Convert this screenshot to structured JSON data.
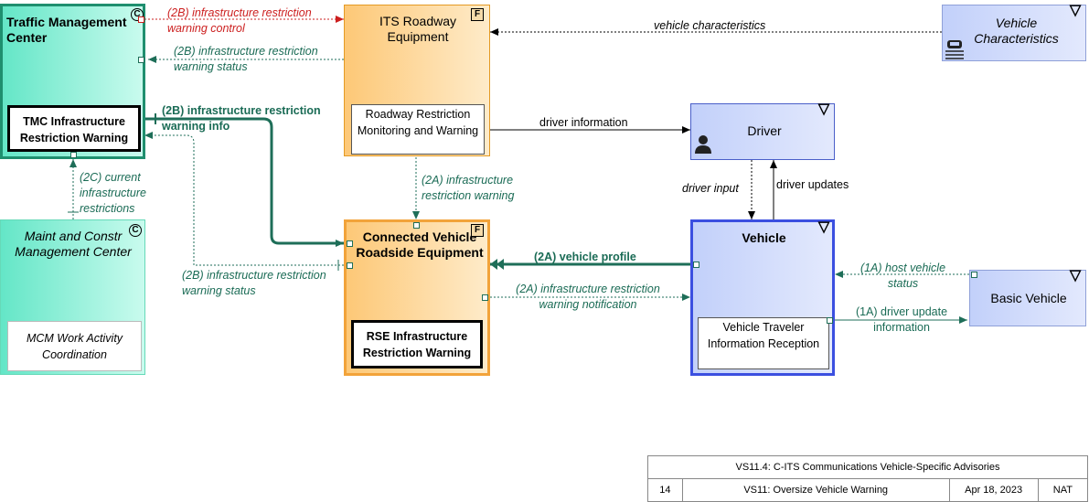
{
  "nodes": {
    "tmc": {
      "title": "Traffic Management Center",
      "badge": "C",
      "inner": "TMC Infrastructure Restriction Warning"
    },
    "its": {
      "title": "ITS Roadway Equipment",
      "badge": "F",
      "inner": "Roadway Restriction Monitoring and Warning"
    },
    "vc": {
      "title": "Vehicle Characteristics",
      "badge": "▽"
    },
    "driver": {
      "title": "Driver",
      "badge": "▽"
    },
    "cv": {
      "title": "Connected Vehicle Roadside Equipment",
      "badge": "F",
      "inner": "RSE Infrastructure Restriction Warning"
    },
    "vehicle": {
      "title": "Vehicle",
      "badge": "▽",
      "inner": "Vehicle Traveler Information Reception"
    },
    "mcm": {
      "title": "Maint and Constr Management Center",
      "badge": "C",
      "inner": "MCM Work Activity Coordination"
    },
    "bv": {
      "title": "Basic Vehicle",
      "badge": "▽"
    }
  },
  "flows": {
    "f1": "(2B) infrastructure restriction warning control",
    "f2": "(2B) infrastructure restriction warning status",
    "f3": "vehicle characteristics",
    "f4": "(2B) infrastructure restriction warning info",
    "f5": "driver information",
    "f6": "(2C) current infrastructure restrictions",
    "f7": "(2A) infrastructure restriction warning",
    "f8": "driver input",
    "f9": "driver updates",
    "f10": "(2A) vehicle profile",
    "f11": "(1A) host vehicle status",
    "f12": "(2B) infrastructure restriction warning status",
    "f13": "(2A) infrastructure restriction warning notification",
    "f14": "(1A) driver update information"
  },
  "titleblock": {
    "title": "VS11.4: C-ITS Communications Vehicle-Specific Advisories",
    "number": "14",
    "name": "VS11: Oversize Vehicle Warning",
    "date": "Apr 18, 2023",
    "owner": "NAT"
  },
  "colors": {
    "teal_flow": "#1e6e58",
    "red_flow": "#cc1f1f",
    "center_entity": "#64e6c7",
    "field_entity": "#fdc877",
    "terminator": "#c2d0fa"
  }
}
